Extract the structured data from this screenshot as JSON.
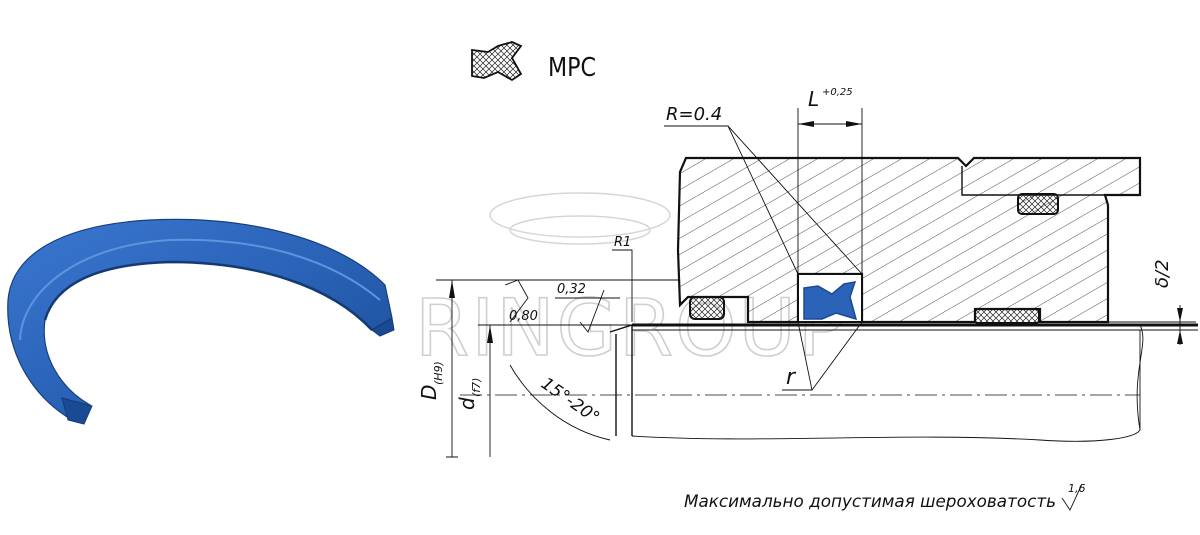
{
  "legend": {
    "code": "MPC"
  },
  "watermark": {
    "text": "RINGROUP"
  },
  "labels": {
    "radius": "R=0.4",
    "length_symbol": "L",
    "length_tol": "+0,25",
    "corner_radius": "R1",
    "roughness_1": "0,32",
    "roughness_2": "0,80",
    "clearance": "δ/2",
    "radius_r": "r",
    "bore_dia": "D",
    "bore_fit": "(H9)",
    "rod_dia": "d",
    "rod_fit": "(f7)",
    "chamfer_angle": "15°-20°"
  },
  "footer": {
    "note": "Максимально допустимая шероховатость",
    "roughness_value": "1,6"
  },
  "colors": {
    "seal_blue": "#2a63b8",
    "seal_blue_dark": "#1b4a94",
    "line": "#111111",
    "watermark": "#cfcfcf"
  }
}
